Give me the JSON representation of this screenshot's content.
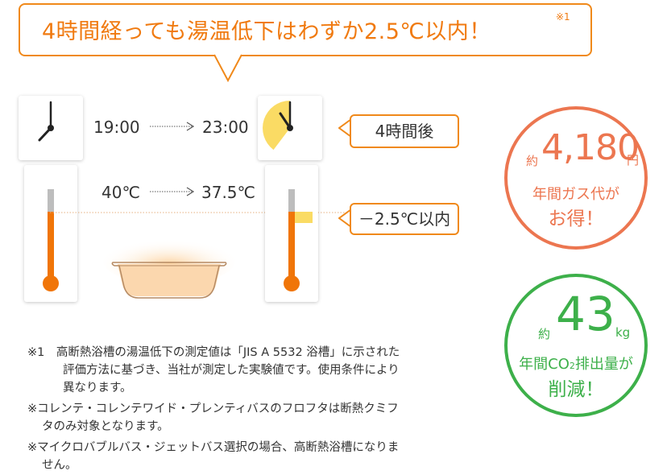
{
  "headline": {
    "text": "4時間経っても湯温低下はわずか2.5℃以内！",
    "note_mark": "※1"
  },
  "clock_row": {
    "start_time": "19:00",
    "end_time": "23:00",
    "callout": "4時間後"
  },
  "temp_row": {
    "start_temp": "40℃",
    "end_temp": "37.5℃",
    "callout": "－2.5℃以内"
  },
  "gas_savings": {
    "prefix": "約",
    "amount": "4,180",
    "unit": "円",
    "line1": "年間ガス代が",
    "line2": "お得！"
  },
  "co2_reduction": {
    "prefix": "約",
    "amount": "43",
    "unit": "kg",
    "line1_a": "年間CO",
    "line1_sub": "2",
    "line1_b": "排出量が",
    "line2": "削減！"
  },
  "notes": [
    "※1　高断熱浴槽の湯温低下の測定値は「JIS A 5532 浴槽」に示された",
    "評価方法に基づき、当社が測定した実験値です。使用条件により",
    "異なります。",
    "※コレンテ・コレンテワイド・プレンティバスのフロフタは断熱クミフ",
    "タのみ対象となります。",
    "※マイクロバブルバス・ジェットバス選択の場合、高断熱浴槽になりま",
    "せん。"
  ],
  "colors": {
    "accent_orange": "#f07a10",
    "mercury": "#f07508",
    "clock_fill": "#fadb64",
    "savings_orange": "#ec7650",
    "co2_green": "#3db04a"
  }
}
